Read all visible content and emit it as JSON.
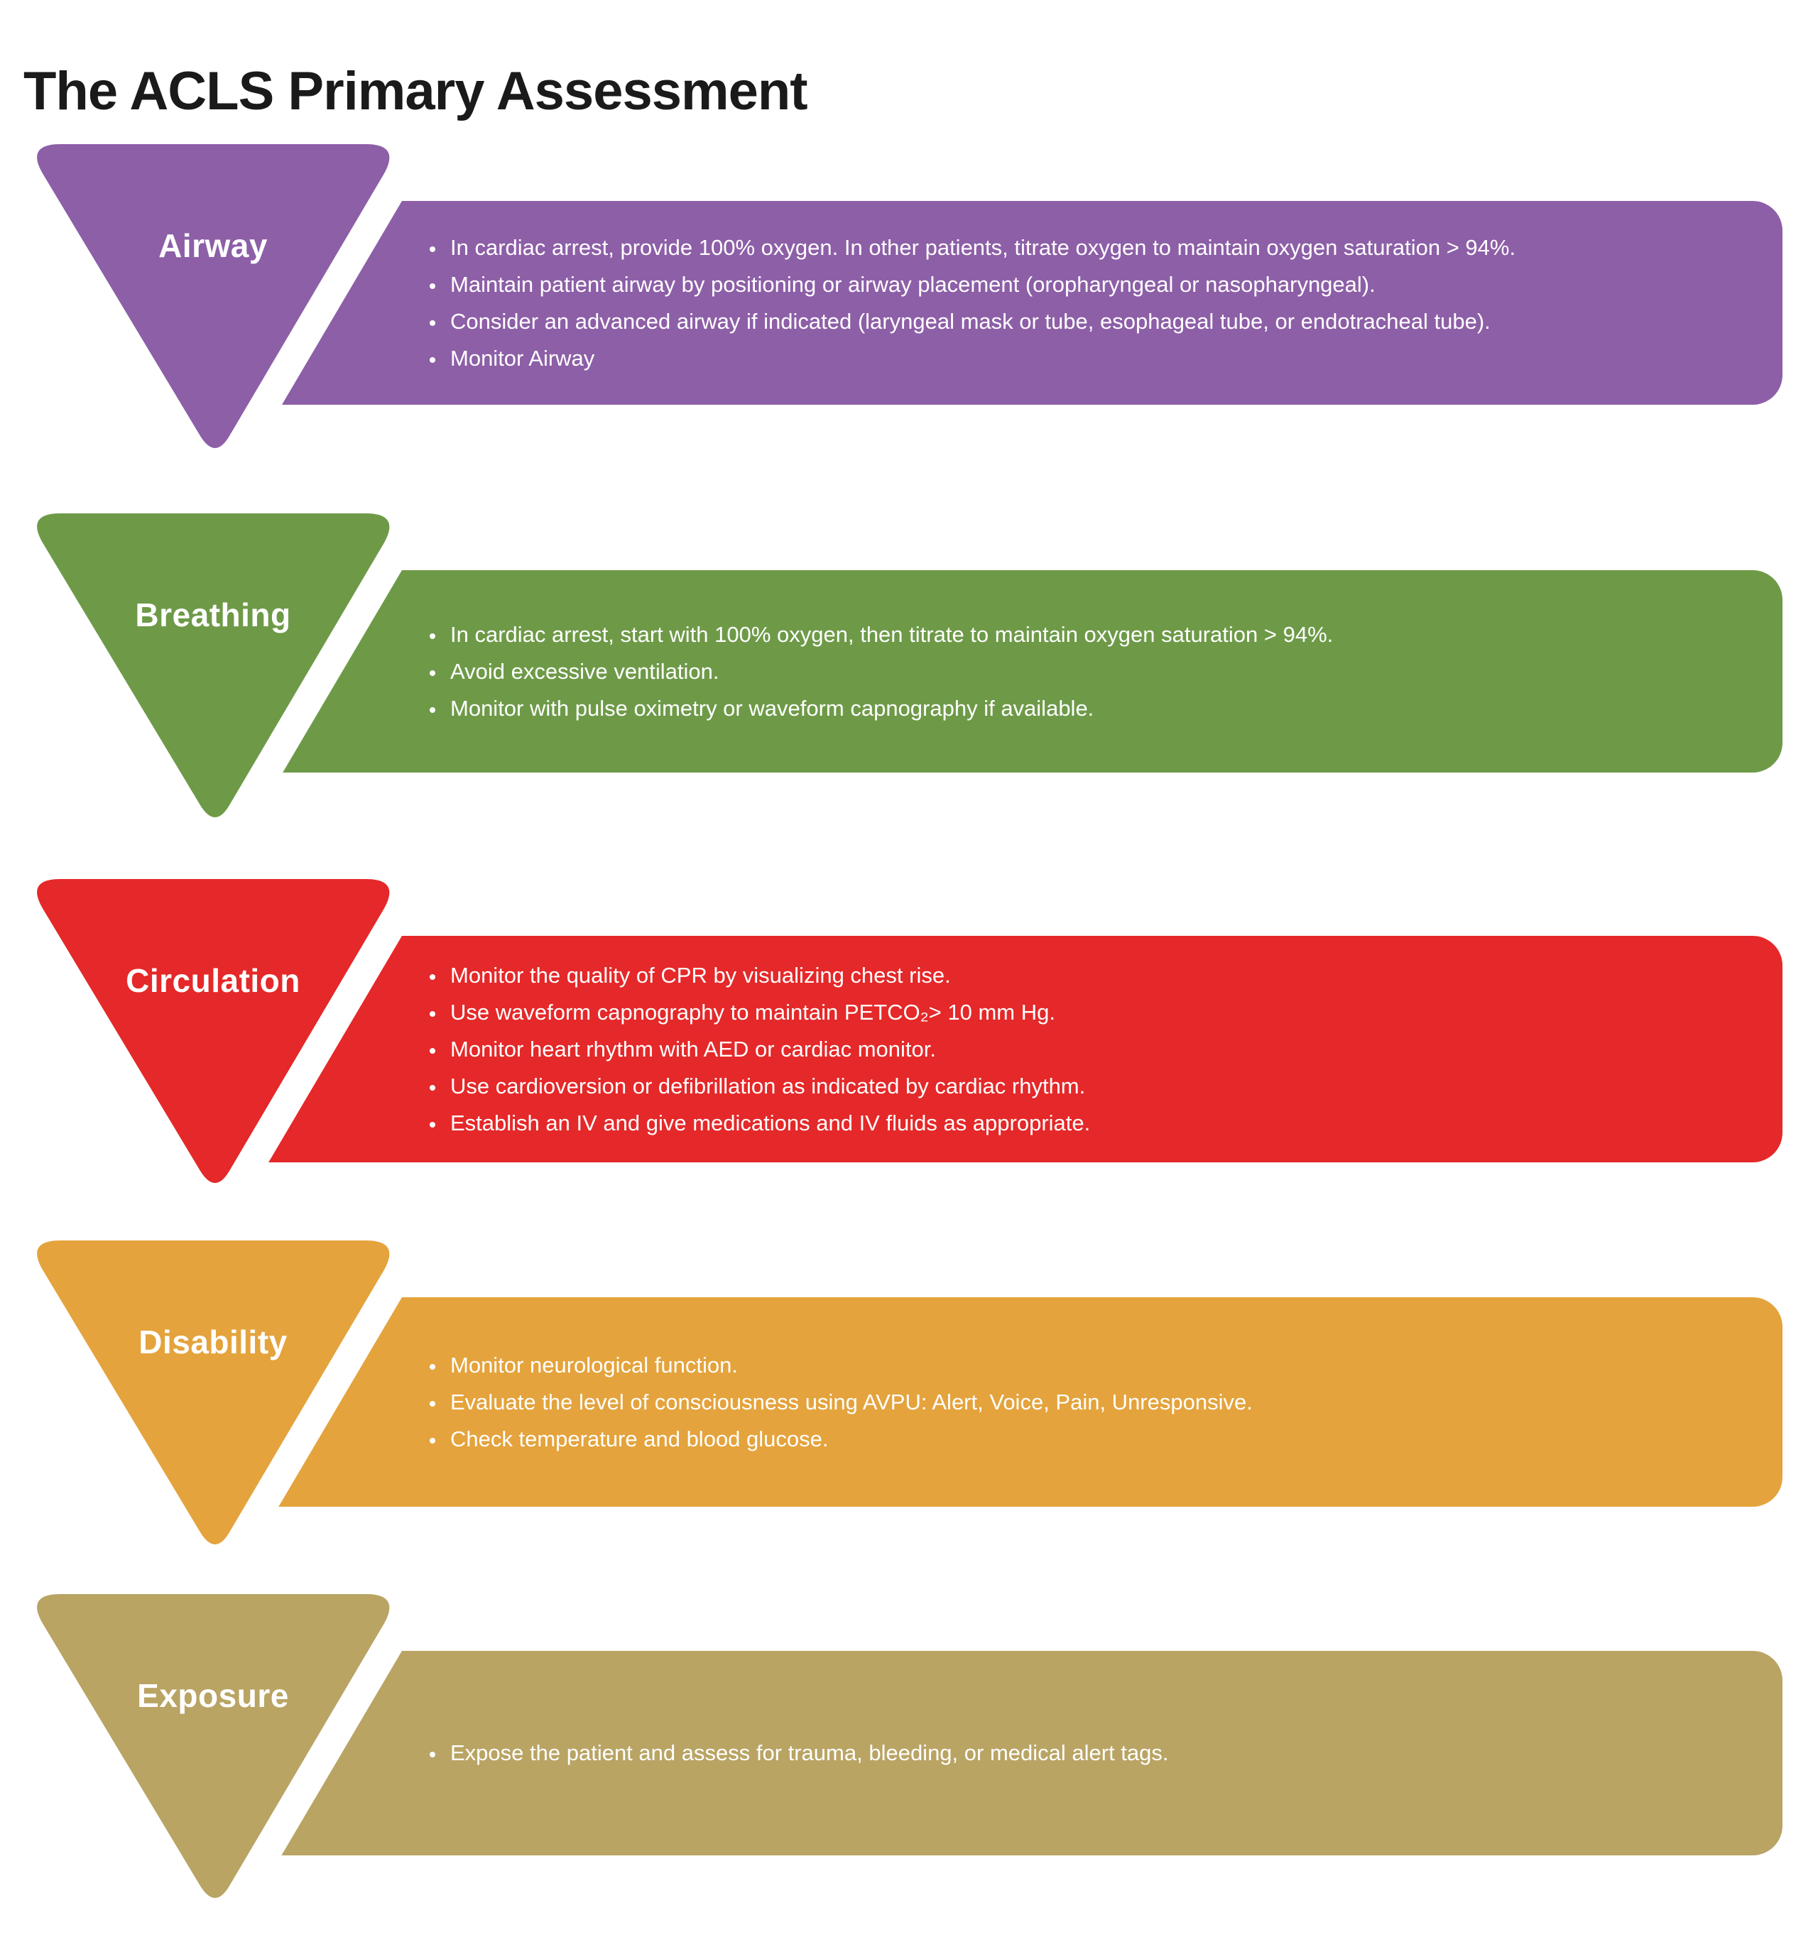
{
  "title": "The ACLS Primary Assessment",
  "sections": [
    {
      "label": "Airway",
      "color": "#8d5fa7",
      "bullets": [
        "In cardiac arrest, provide 100% oxygen. In other patients, titrate oxygen to maintain oxygen saturation > 94%.",
        "Maintain patient airway by positioning or airway placement (oropharyngeal or nasopharyngeal).",
        "Consider an advanced airway if indicated (laryngeal mask or tube, esophageal tube, or endotracheal tube).",
        "Monitor Airway"
      ]
    },
    {
      "label": "Breathing",
      "color": "#6e9a48",
      "bullets": [
        "In cardiac arrest, start with 100% oxygen, then titrate to maintain oxygen saturation > 94%.",
        "Avoid excessive ventilation.",
        "Monitor with pulse oximetry or waveform capnography if available."
      ]
    },
    {
      "label": "Circulation",
      "color": "#e52829",
      "bullets": [
        "Monitor the quality of CPR by visualizing chest rise.",
        "Use waveform capnography to maintain PETCO₂> 10 mm Hg.",
        "Monitor heart rhythm with AED or cardiac monitor.",
        "Use cardioversion or defibrillation as indicated by cardiac rhythm.",
        "Establish an IV and give medications and IV fluids as appropriate."
      ]
    },
    {
      "label": "Disability",
      "color": "#e4a33c",
      "bullets": [
        "Monitor neurological function.",
        "Evaluate the level of consciousness using AVPU: Alert, Voice, Pain, Unresponsive.",
        "Check temperature and blood glucose."
      ]
    },
    {
      "label": "Exposure",
      "color": "#b9a464",
      "bullets": [
        "Expose the patient and assess for trauma, bleeding, or medical alert tags."
      ]
    }
  ]
}
